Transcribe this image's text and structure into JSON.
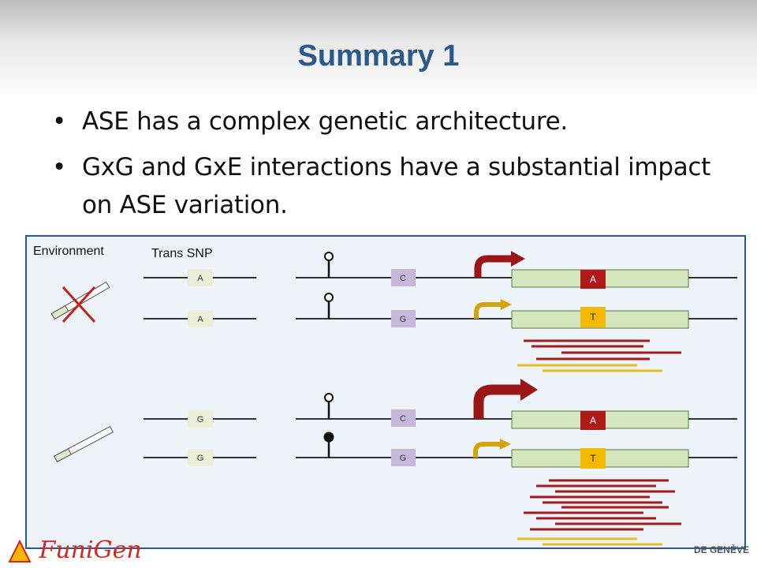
{
  "title": "Summary 1",
  "bullets": [
    {
      "marker": "•",
      "text": "ASE has a complex genetic architecture."
    },
    {
      "marker": "•",
      "text": "GxG and GxE interactions have a substantial impact on ASE variation."
    }
  ],
  "diagram": {
    "environment_label": "Environment",
    "trans_snp_label": "Trans SNP",
    "top": {
      "environment_state": "absent",
      "trans_alleles": [
        "A",
        "A"
      ],
      "cis_alleles": [
        "C",
        "G"
      ],
      "exon_alleles": [
        "A",
        "T"
      ],
      "cis_regulator": [
        "open",
        "open"
      ]
    },
    "bottom": {
      "environment_state": "present",
      "trans_alleles": [
        "G",
        "G"
      ],
      "cis_alleles": [
        "C",
        "G"
      ],
      "exon_alleles": [
        "A",
        "T"
      ],
      "cis_regulator": [
        "open",
        "filled"
      ]
    }
  },
  "colors": {
    "title": "#2a5a8c",
    "frame_border": "#2a5a8c",
    "frame_fill": "#eef3fa",
    "read_red": "#a31b1b",
    "read_yellow": "#e3bf27",
    "arrow_red": "#9b1717",
    "arrow_yellow": "#d4a40d",
    "allele_red_box": "#b01919",
    "allele_yellow_box": "#f5b800",
    "exon_fill": "#d5e5bd",
    "cross": "#c0231c",
    "cis_box": "#c7b7dd",
    "trans_box": "#eaf1d8"
  },
  "footer": {
    "left_logo": "FuniGen",
    "right_logo": "DE GENÈVE"
  }
}
